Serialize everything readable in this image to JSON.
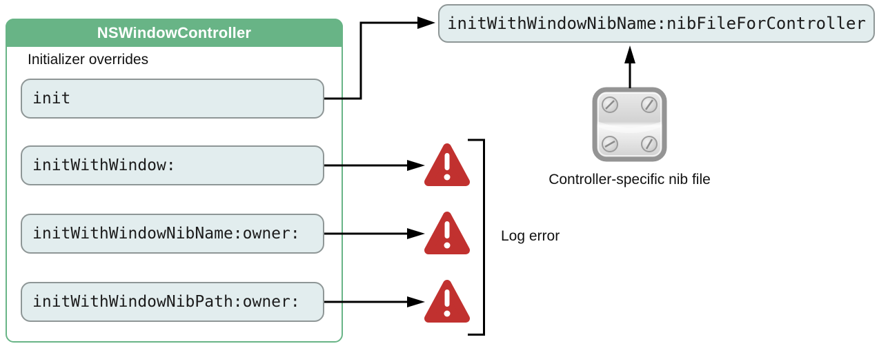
{
  "diagram": {
    "controller": {
      "title": "NSWindowController",
      "section_label": "Initializer overrides",
      "methods": [
        "init",
        "initWithWindow:",
        "initWithWindowNibName:owner:",
        "initWithWindowNibPath:owner:"
      ]
    },
    "designated_initializer": "initWithWindowNibName:nibFileForController",
    "nib_file_caption": "Controller-specific nib file",
    "log_error_label": "Log error"
  },
  "colors": {
    "green": "#68b486",
    "box_fill": "#e2edee",
    "box_border": "#8e9696",
    "warning_red": "#c1312f",
    "line": "#000000"
  }
}
